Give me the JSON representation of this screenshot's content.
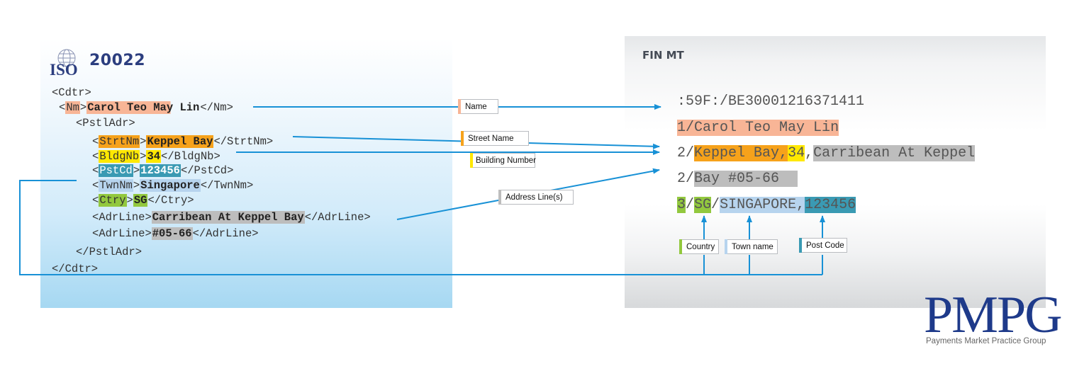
{
  "colors": {
    "name": "#f8b596",
    "street": "#f6a21b",
    "building": "#ffe800",
    "postcode": "#3a9ab3",
    "town": "#b7d4ee",
    "country": "#92c83e",
    "addrline": "#bdbdbd",
    "arrow": "#1891d6"
  },
  "iso": {
    "logo_text": "ISO",
    "code": "20022"
  },
  "xml": {
    "cdtr_open": "<Cdtr>",
    "nm_tag": "Nm",
    "nm_value": "Carol Teo May Lin",
    "nm_close": "</Nm>",
    "pstladr_open": "<PstlAdr>",
    "strtnm_tag": "StrtNm",
    "strtnm_value": "Keppel Bay",
    "strtnm_close": "</StrtNm>",
    "bldgnb_tag": "BldgNb",
    "bldgnb_value": "34",
    "bldgnb_close": "</BldgNb>",
    "pstcd_tag": "PstCd",
    "pstcd_value": "123456",
    "pstcd_close": "</PstCd>",
    "twnnm_tag": "TwnNm",
    "twnnm_value": "Singapore",
    "twnnm_close": "</TwnNm>",
    "ctry_tag": "Ctry",
    "ctry_value": "SG",
    "ctry_close": "</Ctry>",
    "adrline_tag": "AdrLine",
    "adrline1_value": "Carribean At Keppel Bay",
    "adrline2_value": "#05-66",
    "adrline_close": "</AdrLine>",
    "pstladr_close": "</PstlAdr>",
    "cdtr_close": "</Cdtr>"
  },
  "fin": {
    "title": "FIN MT",
    "line0": ":59F:/BE30001216371411",
    "line1_num": "1",
    "line1_value": "Carol Teo May Lin",
    "line2_num": "2",
    "line2_street": "Keppel Bay,",
    "line2_building": "34",
    "line2_comma": ",",
    "line2_addr": "Carribean At Keppel",
    "line3_num": "2",
    "line3_value": "Bay #05-66",
    "line4_num": "3",
    "line4_country": "SG",
    "line4_town": "SINGAPORE,",
    "line4_postcode": "123456",
    "slash": "/"
  },
  "labels": {
    "name": "Name",
    "street": "Street Name",
    "building": "Building Number",
    "address": "Address Line(s)",
    "country": "Country",
    "town": "Town name",
    "postcode": "Post Code"
  },
  "logo": {
    "word": "PMPG",
    "subtitle": "Payments Market Practice Group"
  }
}
